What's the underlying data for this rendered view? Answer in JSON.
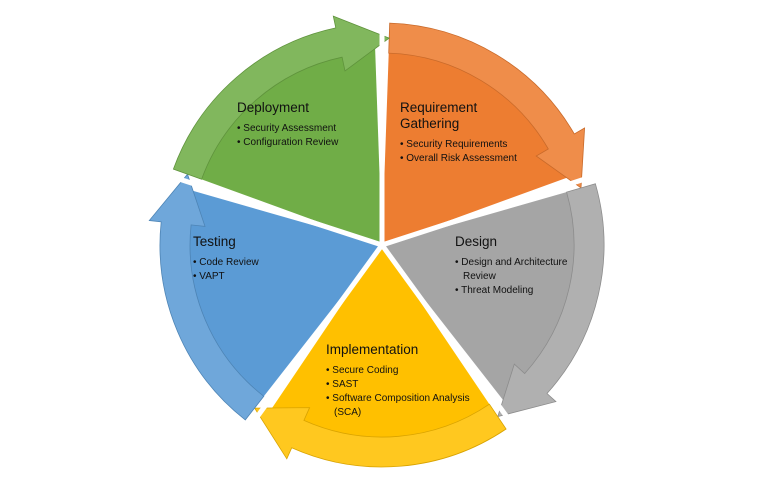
{
  "segments": [
    {
      "title": "Requirement Gathering",
      "items": [
        "Security Requirements",
        "Overall Risk Assessment"
      ],
      "color": "#ED7D31"
    },
    {
      "title": "Design",
      "items": [
        "Design and Architecture Review",
        "Threat Modeling"
      ],
      "color": "#A5A5A5"
    },
    {
      "title": "Implementation",
      "items": [
        "Secure Coding",
        "SAST",
        "Software Composition Analysis (SCA)"
      ],
      "color": "#FFC000"
    },
    {
      "title": "Testing",
      "items": [
        "Code Review",
        "VAPT"
      ],
      "color": "#5B9BD5"
    },
    {
      "title": "Deployment",
      "items": [
        "Security Assessment",
        "Configuration Review"
      ],
      "color": "#70AD47"
    }
  ]
}
